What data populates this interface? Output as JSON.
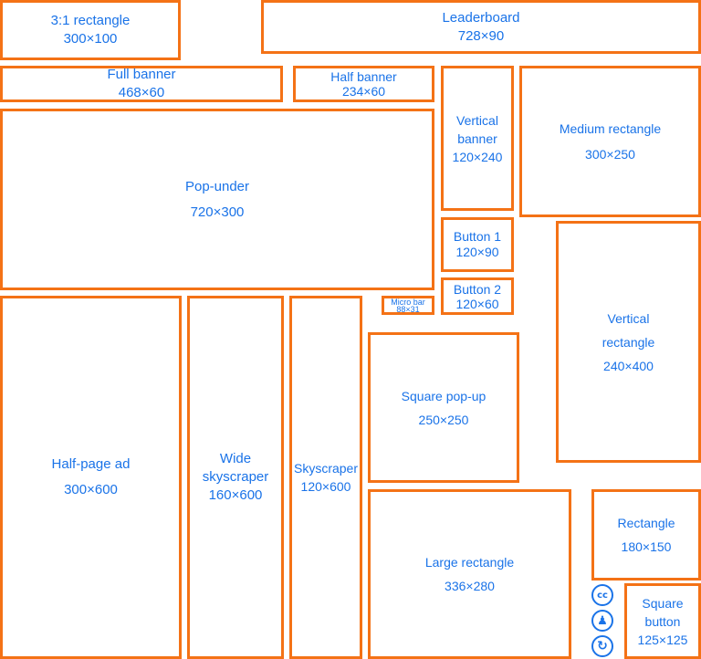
{
  "diagram_title": "",
  "ads": {
    "rect31": {
      "name": "3:1 rectangle",
      "size": "300×100"
    },
    "leaderboard": {
      "name": "Leaderboard",
      "size": "728×90"
    },
    "full_banner": {
      "name": "Full banner",
      "size": "468×60"
    },
    "half_banner": {
      "name": "Half banner",
      "size": "234×60"
    },
    "vertical_banner": {
      "name_line1": "Vertical",
      "name_line2": "banner",
      "size": "120×240"
    },
    "medium_rectangle": {
      "name": "Medium rectangle",
      "size": "300×250"
    },
    "pop_under": {
      "name": "Pop-under",
      "size": "720×300"
    },
    "button1": {
      "name": "Button 1",
      "size": "120×90"
    },
    "button2": {
      "name": "Button 2",
      "size": "120×60"
    },
    "vertical_rectangle": {
      "name_line1": "Vertical",
      "name_line2": "rectangle",
      "size": "240×400"
    },
    "micro_bar": {
      "name": "Micro bar",
      "size": "88×31"
    },
    "half_page": {
      "name": "Half-page ad",
      "size": "300×600"
    },
    "wide_skyscraper": {
      "name_line1": "Wide",
      "name_line2": "skyscraper",
      "size": "160×600"
    },
    "skyscraper": {
      "name": "Skyscraper",
      "size": "120×600"
    },
    "square_popup": {
      "name": "Square pop-up",
      "size": "250×250"
    },
    "large_rectangle": {
      "name": "Large rectangle",
      "size": "336×280"
    },
    "rectangle": {
      "name": "Rectangle",
      "size": "180×150"
    },
    "square_button": {
      "name_line1": "Square",
      "name_line2": "button",
      "size": "125×125"
    }
  },
  "license_icons": [
    {
      "name": "cc-icon",
      "glyph": "cc"
    },
    {
      "name": "attribution-person-icon",
      "glyph": "♟"
    },
    {
      "name": "share-alike-icon",
      "glyph": "↻"
    }
  ],
  "colors": {
    "border": "#f47216",
    "text": "#1a73e8"
  }
}
